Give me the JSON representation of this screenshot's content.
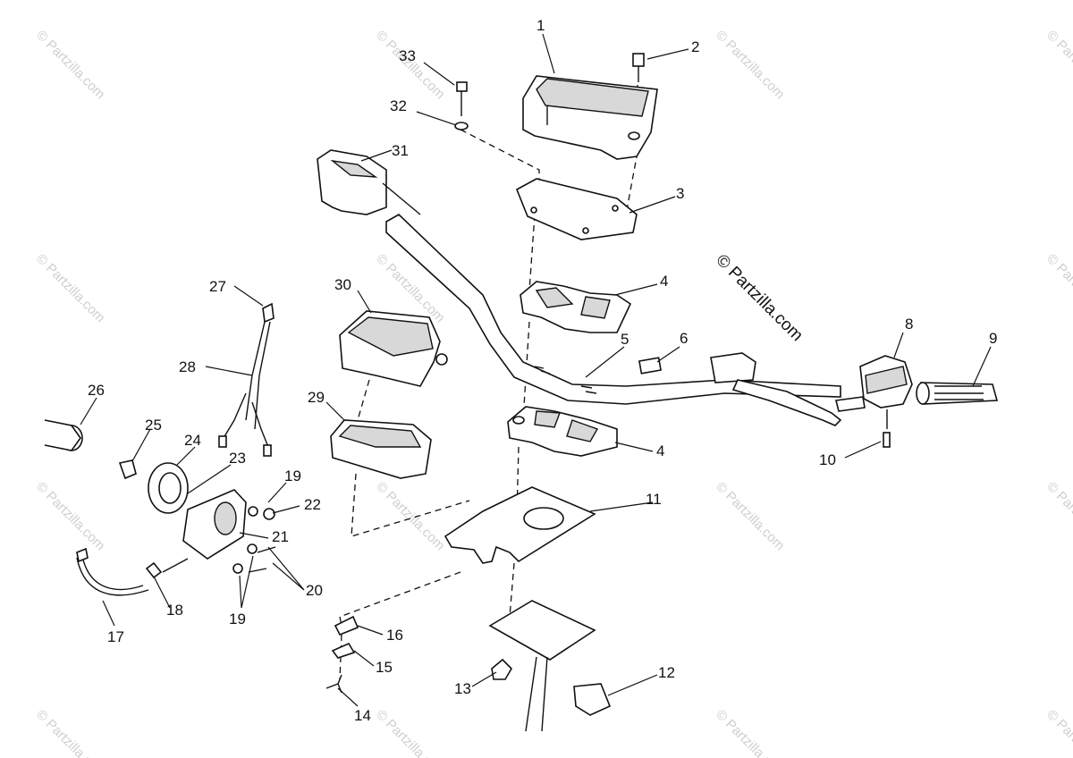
{
  "callouts": [
    "1",
    "2",
    "3",
    "4",
    "4",
    "5",
    "6",
    "8",
    "9",
    "10",
    "11",
    "12",
    "13",
    "14",
    "15",
    "16",
    "17",
    "18",
    "19",
    "19",
    "20",
    "21",
    "22",
    "23",
    "24",
    "25",
    "26",
    "27",
    "28",
    "29",
    "30",
    "31",
    "32",
    "33"
  ],
  "watermark": "© Partzilla.com",
  "center_watermark": "© Partzilla.com"
}
